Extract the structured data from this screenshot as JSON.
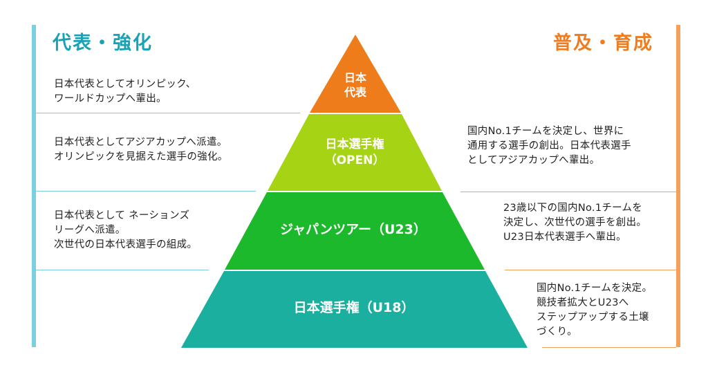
{
  "colors": {
    "left_accent": "#7ccfe0",
    "right_accent": "#f5a05a",
    "left_heading": "#1aa2b4",
    "right_heading": "#ef7d1f",
    "tier1": "#ef7c1a",
    "tier2": "#a6d313",
    "tier3": "#1db92c",
    "tier4": "#1aaf9e"
  },
  "headings": {
    "left": "代表・強化",
    "right": "普及・育成"
  },
  "pyramid": {
    "tier1": {
      "line1": "日本",
      "line2": "代表"
    },
    "tier2": {
      "line1": "日本選手権",
      "line2": "（OPEN）"
    },
    "tier3": {
      "line1": "ジャパンツアー（U23）"
    },
    "tier4": {
      "line1": "日本選手権（U18）"
    }
  },
  "left_descriptions": [
    {
      "lines": [
        "日本代表としてオリンピック、",
        "ワールドカップへ輩出。"
      ]
    },
    {
      "lines": [
        "日本代表としてアジアカップへ派遣。",
        "オリンピックを見据えた選手の強化。"
      ]
    },
    {
      "lines": [
        "日本代表として ネーションズ",
        "リーグへ派遣。",
        "次世代の日本代表選手の組成。"
      ]
    }
  ],
  "right_descriptions": [
    {
      "lines": [
        "国内No.1チームを決定し、世界に",
        "通用する選手の創出。日本代表選手",
        "としてアジアカップへ輩出。"
      ]
    },
    {
      "lines": [
        "23歳以下の国内No.1チームを",
        "決定し、次世代の選手を創出。",
        "U23日本代表選手へ輩出。"
      ]
    },
    {
      "lines": [
        "国内No.1チームを決定。",
        "競技者拡大とU23へ",
        "ステップアップする土壌",
        "づくり。"
      ]
    }
  ]
}
